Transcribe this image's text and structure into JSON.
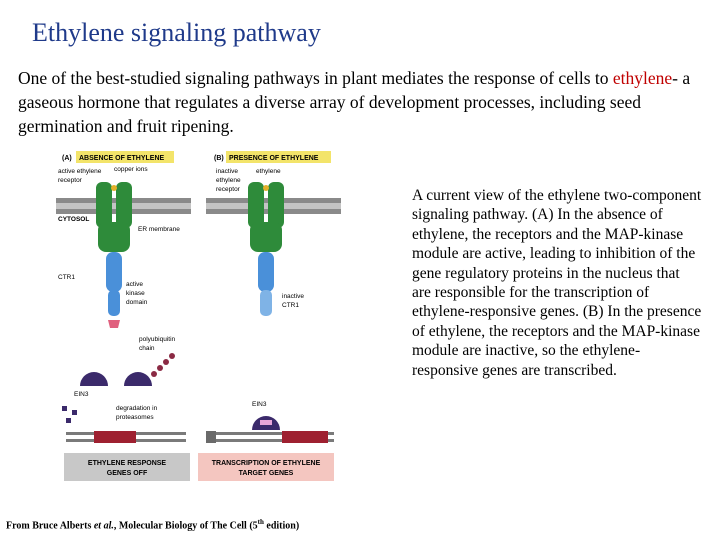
{
  "slide": {
    "title": "Ethylene signaling pathway",
    "intro_before": "One of the best-studied signaling pathways in plant mediates the response of cells to ",
    "intro_highlight": "ethylene",
    "intro_after": "- a gaseous hormone that regulates a diverse array of development processes, including seed germination and fruit ripening.",
    "caption": "A current view of the ethylene two-component signaling pathway. (A) In the absence of ethylene, the receptors and the MAP-kinase module are active, leading to inhibition of the gene regulatory proteins in the nucleus that are responsible for the transcription of ethylene-responsive genes. (B) In the presence of ethylene, the receptors and the MAP-kinase module are inactive, so the ethylene-responsive genes are transcribed.",
    "source_prefix": "From Bruce Alberts ",
    "source_etal": "et al.",
    "source_middle": ", Molecular Biology of The Cell (5",
    "source_sup": "th",
    "source_suffix": " edition)"
  },
  "figure": {
    "panel_a_letter": "(A)",
    "panel_a_header": "ABSENCE OF ETHYLENE",
    "panel_b_letter": "(B)",
    "panel_b_header": "PRESENCE OF ETHYLENE",
    "label_active_receptor_1": "active ethylene",
    "label_active_receptor_2": "receptor",
    "label_copper_ions": "copper ions",
    "label_cytosol": "CYTOSOL",
    "label_er_membrane": "ER membrane",
    "label_ctr1": "CTR1",
    "label_active_kinase_1": "active",
    "label_active_kinase_2": "kinase",
    "label_active_kinase_3": "domain",
    "label_polyubiquitin_1": "polyubiquitin",
    "label_polyubiquitin_2": "chain",
    "label_ein3_a": "EIN3",
    "label_degradation_1": "degradation in",
    "label_degradation_2": "proteasomes",
    "label_inactive_receptor_1": "inactive",
    "label_inactive_receptor_2": "ethylene",
    "label_inactive_receptor_3": "receptor",
    "label_ethylene": "ethylene",
    "label_inactive_ctr1_1": "inactive",
    "label_inactive_ctr1_2": "CTR1",
    "label_ein3_b": "EIN3",
    "footer_a_1": "ETHYLENE RESPONSE",
    "footer_a_2": "GENES OFF",
    "footer_b_1": "TRANSCRIPTION OF ETHYLENE",
    "footer_b_2": "TARGET GENES"
  },
  "colors": {
    "title": "#1f3a8a",
    "highlight": "#c00000",
    "receptor_green": "#2e8b3a",
    "ctr1_blue": "#4a90d9",
    "ein3_purple": "#3b2a6b",
    "header_yellow": "#f3e46a",
    "footer_gray": "#c8c8c8",
    "footer_pink": "#f4c6c0"
  }
}
